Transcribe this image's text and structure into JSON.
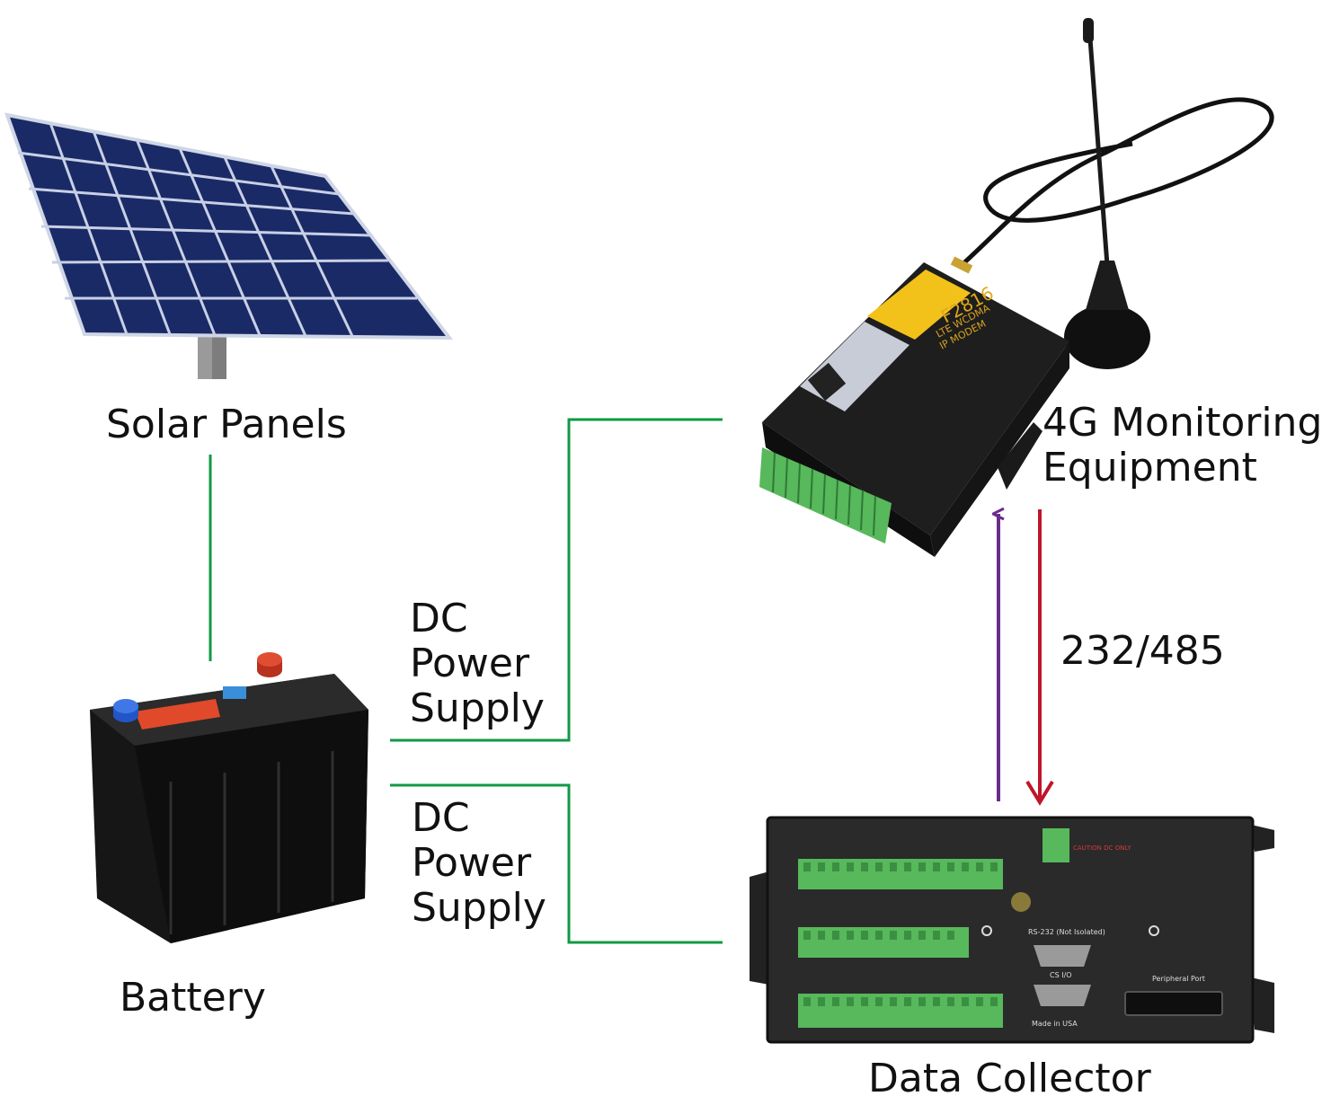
{
  "labels": {
    "solar": "Solar Panels",
    "battery": "Battery",
    "monitor_line1": "4G Monitoring",
    "monitor_line2": "Equipment",
    "collector": "Data Collector",
    "protocol": "232/485",
    "dc_upper": [
      "DC",
      "Power",
      "Supply"
    ],
    "dc_lower": [
      "DC",
      "Power",
      "Supply"
    ]
  },
  "device_text": {
    "modem_model": "F2816",
    "modem_sub1": "LTE WCDMA",
    "modem_sub2": "IP MODEM",
    "collector_rs232": "RS-232 (Not Isolated)",
    "collector_csio": "CS I/O",
    "collector_peripheral": "Peripheral Port",
    "collector_made": "Made in USA",
    "collector_caution": "CAUTION DC ONLY"
  },
  "colors": {
    "power_line": "#119944",
    "up_arrow": "#6a2c8c",
    "down_arrow": "#c0152a",
    "terminal_green": "#58b85c"
  }
}
